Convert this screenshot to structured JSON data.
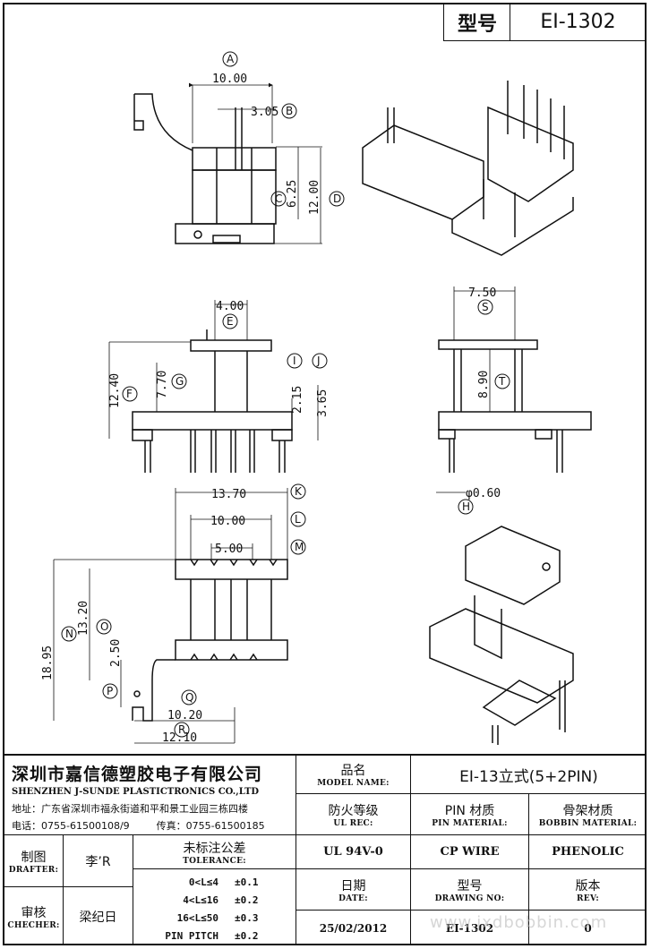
{
  "header": {
    "type_label": "型号",
    "type_value": "EI-1302"
  },
  "dimensions": {
    "A": "10.00",
    "B": "3.05",
    "C": "6.25",
    "D": "12.00",
    "E": "4.00",
    "F": "12.40",
    "G": "7.70",
    "I": "2.15",
    "J": "3.65",
    "S": "7.50",
    "T": "8.90",
    "H": "0.60",
    "K": "13.70",
    "L": "10.00",
    "M": "5.00",
    "N": "18.95",
    "O": "13.20",
    "P": "2.50",
    "Q": "10.20",
    "R": "12.10"
  },
  "circle_letters": [
    "A",
    "B",
    "C",
    "D",
    "E",
    "F",
    "G",
    "I",
    "J",
    "S",
    "T",
    "H",
    "K",
    "L",
    "M",
    "N",
    "O",
    "P",
    "Q",
    "R"
  ],
  "company": {
    "name_cn": "深圳市嘉信德塑胶电子有限公司",
    "name_en": "SHENZHEN J-SUNDE PLASTICTRONICS CO.,LTD",
    "address": "地址：广东省深圳市福永街道和平和景工业园三栋四楼",
    "phone": "电话：0755-61500108/9",
    "fax": "传真：0755-61500185"
  },
  "model_name": {
    "cn": "品名",
    "en": "MODEL NAME:",
    "value": "EI-13立式(5+2PIN)"
  },
  "ul_rec": {
    "cn": "防火等级",
    "en": "UL REC:",
    "value": "UL 94V-0"
  },
  "pin_material": {
    "cn": "PIN 材质",
    "en": "PIN MATERIAL:",
    "value": "CP WIRE"
  },
  "bobbin_material": {
    "cn": "骨架材质",
    "en": "BOBBIN MATERIAL:",
    "value": "PHENOLIC"
  },
  "drafter": {
    "cn": "制图",
    "en": "DRAFTER:",
    "value": "李’R"
  },
  "checker": {
    "cn": "审核",
    "en": "CHECHER:",
    "value": "梁纪日"
  },
  "tolerance": {
    "cn": "未标注公差",
    "en": "TOLERANCE:",
    "rows": [
      {
        "range": "0<L≤4",
        "tol": "±0.1"
      },
      {
        "range": "4<L≤16",
        "tol": "±0.2"
      },
      {
        "range": "16<L≤50",
        "tol": "±0.3"
      },
      {
        "range": "PIN PITCH",
        "tol": "±0.2"
      }
    ]
  },
  "date": {
    "cn": "日期",
    "en": "DATE:",
    "value": "25/02/2012"
  },
  "drawing_no": {
    "cn": "型号",
    "en": "DRAWING NO:",
    "value": "EI-1302"
  },
  "rev": {
    "cn": "版本",
    "en": "REV:",
    "value": "0"
  },
  "watermark": "www.jxdbobbin.com"
}
